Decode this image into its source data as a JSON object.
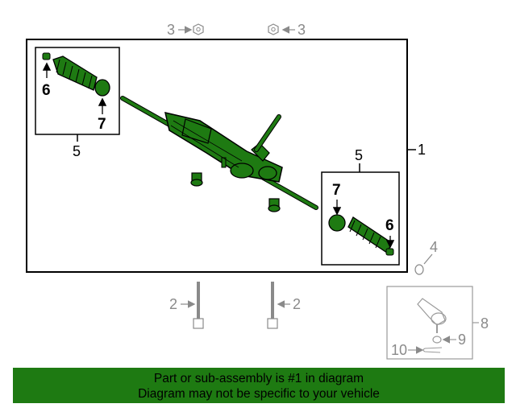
{
  "diagram": {
    "callouts": {
      "part1": "1",
      "part2_left": "2",
      "part2_right": "2",
      "part3_left": "3",
      "part3_right": "3",
      "part4": "4",
      "part5_left": "5",
      "part5_right": "5",
      "part6_left": "6",
      "part6_right": "6",
      "part7_left": "7",
      "part7_right": "7",
      "part8": "8",
      "part9": "9",
      "part10": "10"
    },
    "colors": {
      "highlight_part": "#1e7a12",
      "outline": "#000000",
      "unrelated_parts": "#9a9a9a",
      "banner_background": "#1e7a12"
    }
  },
  "banner": {
    "line1": "Part or sub-assembly is #1 in diagram",
    "line2": "Diagram may not be specific to your vehicle"
  }
}
